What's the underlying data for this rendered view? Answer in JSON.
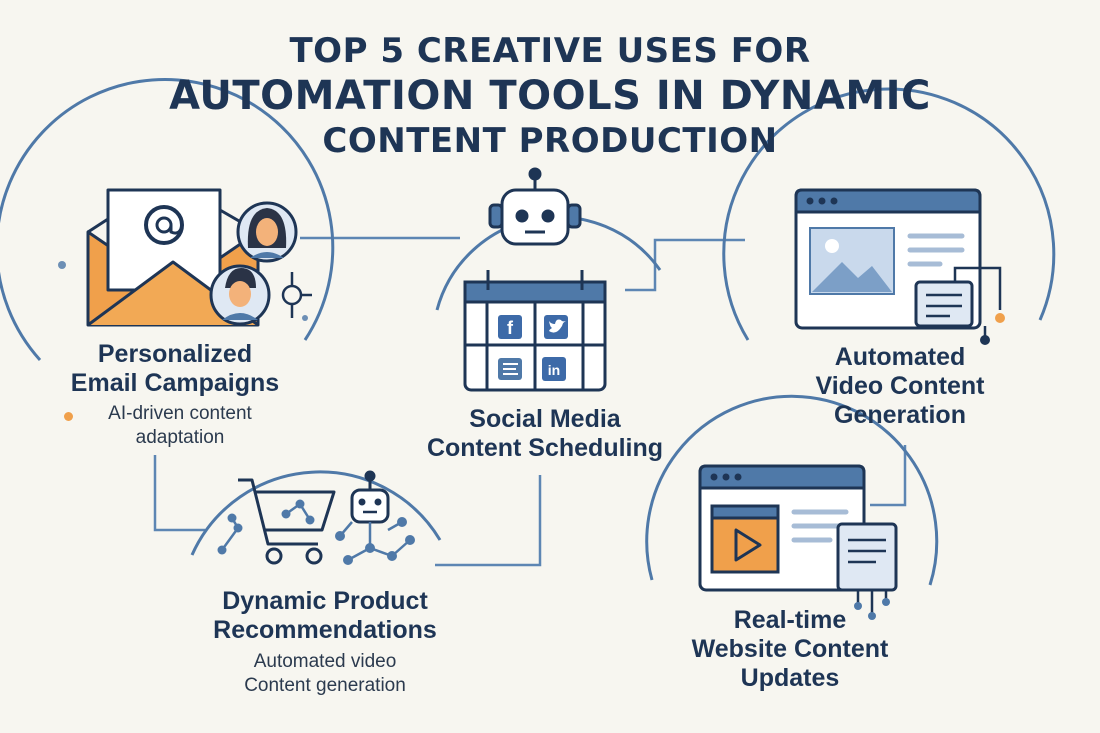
{
  "title": {
    "line1": "TOP 5 CREATIVE USES FOR",
    "line2": "AUTOMATION TOOLS IN DYNAMIC",
    "line3": "CONTENT PRODUCTION"
  },
  "items": [
    {
      "line1": "Personalized",
      "line2": "Email Campaigns",
      "sub1": "AI-driven content",
      "sub2": "adaptation"
    },
    {
      "line1": "Social Media",
      "line2": "Content Scheduling"
    },
    {
      "line1": "Automated",
      "line2": "Video Content",
      "line3": "Generation"
    },
    {
      "line1": "Dynamic Product",
      "line2": "Recommendations",
      "sub1": "Automated video",
      "sub2": "Content generation"
    },
    {
      "line1": "Real-time",
      "line2": "Website Content",
      "line3": "Updates"
    }
  ],
  "icons": {
    "email": "envelope-at-icon",
    "social": "calendar-social-icon",
    "video": "browser-image-icon",
    "commerce": "shopping-cart-icon",
    "web": "browser-video-icon",
    "bot": "robot-icon",
    "at_symbol": "@",
    "facebook": "f",
    "linkedin": "in"
  },
  "colors": {
    "navy": "#1e3555",
    "blue": "#4f79a8",
    "light_blue": "#dfe8f3",
    "orange": "#f0a04b",
    "background": "#f7f6f0"
  }
}
